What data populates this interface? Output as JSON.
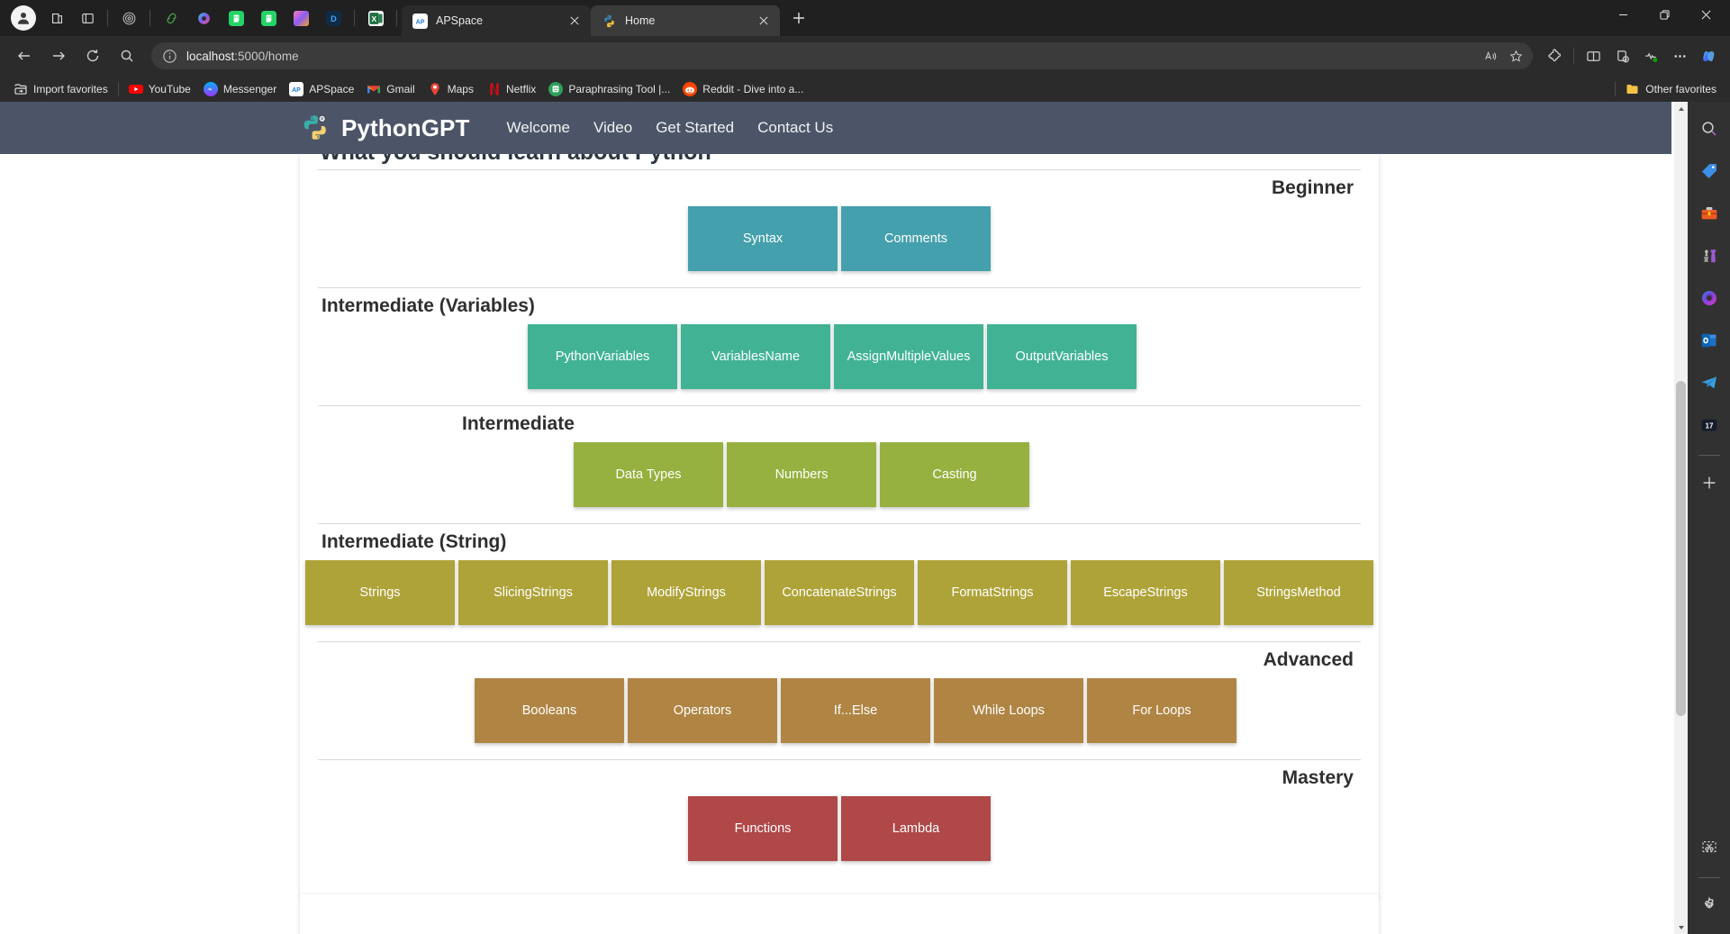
{
  "browser": {
    "tabs": [
      {
        "title": "APSpace",
        "favicon": "apspace-icon",
        "active": false
      },
      {
        "title": "Home",
        "favicon": "python-icon",
        "active": true
      }
    ],
    "pinned_icons": [
      "split-screen-icon",
      "tab-preview-icon",
      "fingerprint-icon",
      "link-icon",
      "copilot-icon",
      "whatsapp-icon",
      "whatsapp-icon-2",
      "image-icon",
      "docs-icon",
      "excel-icon"
    ],
    "new_tab_label": "+",
    "window_controls": [
      "minimize-icon",
      "restore-icon",
      "close-icon"
    ],
    "address": {
      "host": "localhost",
      "path": ":5000/home",
      "security_icon": "info-icon"
    },
    "nav_icons": [
      "back-icon",
      "forward-icon",
      "refresh-icon",
      "search-icon"
    ],
    "omnibox_icons": [
      "read-aloud-icon",
      "favorite-star-icon"
    ],
    "toolbar_icons": [
      "extensions-icon",
      "split-screen-icon",
      "collections-icon",
      "browser-essentials-icon",
      "settings-more-icon",
      "copilot-icon"
    ],
    "bookmarks": [
      {
        "label": "Import favorites",
        "icon": "import-favorites-icon"
      },
      {
        "label": "YouTube",
        "icon": "youtube-icon"
      },
      {
        "label": "Messenger",
        "icon": "messenger-icon"
      },
      {
        "label": "APSpace",
        "icon": "apspace-icon"
      },
      {
        "label": "Gmail",
        "icon": "gmail-icon"
      },
      {
        "label": "Maps",
        "icon": "maps-icon"
      },
      {
        "label": "Netflix",
        "icon": "netflix-icon"
      },
      {
        "label": "Paraphrasing Tool |...",
        "icon": "quillbot-icon"
      },
      {
        "label": "Reddit - Dive into a...",
        "icon": "reddit-icon"
      }
    ],
    "other_favorites": {
      "label": "Other favorites",
      "icon": "folder-icon"
    },
    "sidebar_icons": [
      "search-icon",
      "shopping-tag-icon",
      "tools-icon",
      "games-icon",
      "copilot-icon",
      "outlook-icon",
      "telegram-icon",
      "tradingview-icon",
      "add-sidebar-icon",
      "screenshot-icon",
      "settings-gear-icon"
    ]
  },
  "site": {
    "brand": "PythonGPT",
    "brand_logo": "python-logo-icon",
    "nav": [
      {
        "label": "Welcome"
      },
      {
        "label": "Video"
      },
      {
        "label": "Get Started"
      },
      {
        "label": "Contact Us"
      }
    ],
    "navbar_color": "#4c5568"
  },
  "page": {
    "title": "What you should learn about Python",
    "tiers": [
      {
        "label": "Beginner",
        "label_align": "right",
        "row_align": "center",
        "color": "#44a0ac",
        "topics": [
          "Syntax",
          "Comments"
        ]
      },
      {
        "label": "Intermediate (Variables)",
        "label_align": "left",
        "row_align": "center",
        "color": "#41b394",
        "topics": [
          "Python\nVariables",
          "Variables\nName",
          "Assign\nMultiple\nValues",
          "Output\nVariables"
        ]
      },
      {
        "label": "Intermediate",
        "label_align": "center",
        "row_align": "center",
        "color": "#96b13f",
        "topics": [
          "Data Types",
          "Numbers",
          "Casting"
        ]
      },
      {
        "label": "Intermediate (String)",
        "label_align": "left",
        "row_align": "center",
        "color": "#aea338",
        "topics": [
          "Strings",
          "Slicing\nStrings",
          "Modify\nStrings",
          "Concatenate\nStrings",
          "Format\nStrings",
          "Escape\nStrings",
          "Strings\nMethod"
        ]
      },
      {
        "label": "Advanced",
        "label_align": "right",
        "row_align": "center",
        "color": "#b08544",
        "topics": [
          "Booleans",
          "Operators",
          "If...Else",
          "While Loops",
          "For Loops"
        ]
      },
      {
        "label": "Mastery",
        "label_align": "right",
        "row_align": "center",
        "color": "#b04848",
        "topics": [
          "Functions",
          "Lambda"
        ]
      }
    ]
  }
}
